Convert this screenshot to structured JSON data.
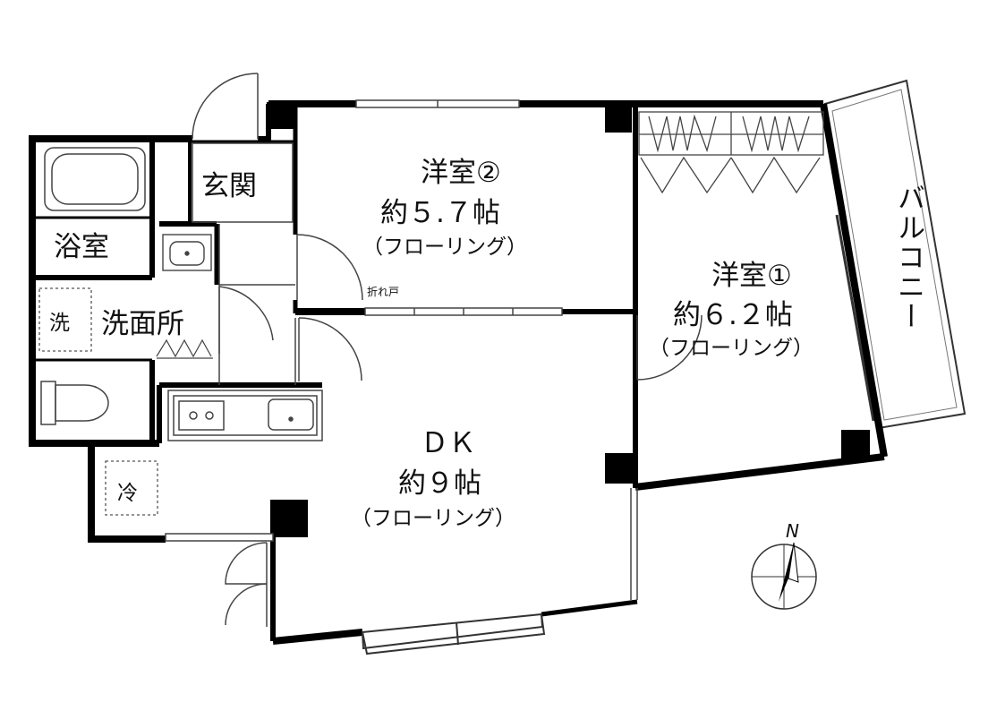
{
  "rooms": {
    "western_room_2": {
      "name": "洋室②",
      "area": "約５.７帖",
      "floor": "（フローリング）"
    },
    "western_room_1": {
      "name": "洋室①",
      "area": "約６.２帖",
      "floor": "（フローリング）"
    },
    "dk": {
      "name": "ＤＫ",
      "area": "約９帖",
      "floor": "（フローリング）"
    },
    "entrance": "玄関",
    "bathroom": "浴室",
    "washroom": "洗面所",
    "washer": "洗",
    "fridge": "冷",
    "balcony": "バルコニー"
  },
  "folding_door": "折れ戸",
  "compass": {
    "north": "N"
  }
}
